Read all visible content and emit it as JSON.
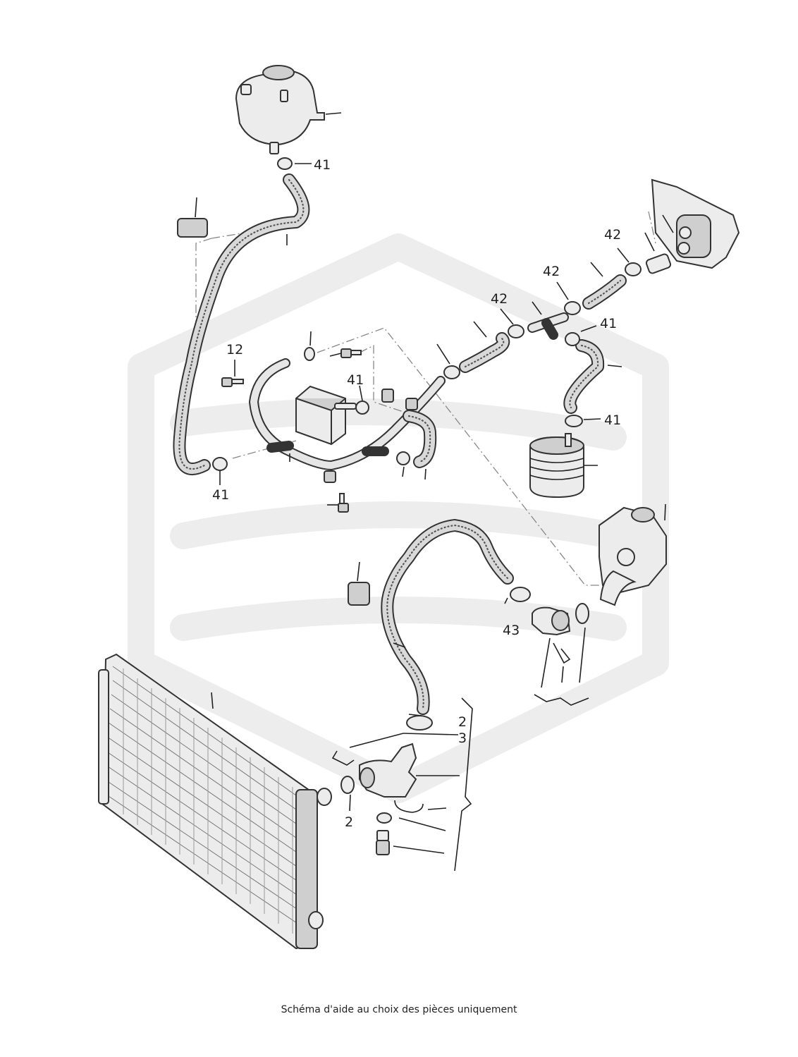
{
  "labels": {
    "tank_clamp": "41",
    "bolt_left": "12",
    "center_clamp": "41",
    "lower_left_clamp": "41",
    "right_upper_clamp": "41",
    "right_lower_clamp": "41",
    "clamp_42_a": "42",
    "clamp_42_b": "42",
    "clamp_42_c": "42",
    "pump_clamp": "43",
    "flange_bracket_2": "2",
    "flange_bracket_3": "3",
    "flange_oring": "2"
  },
  "caption": "Schéma d'aide au choix des pièces uniquement"
}
